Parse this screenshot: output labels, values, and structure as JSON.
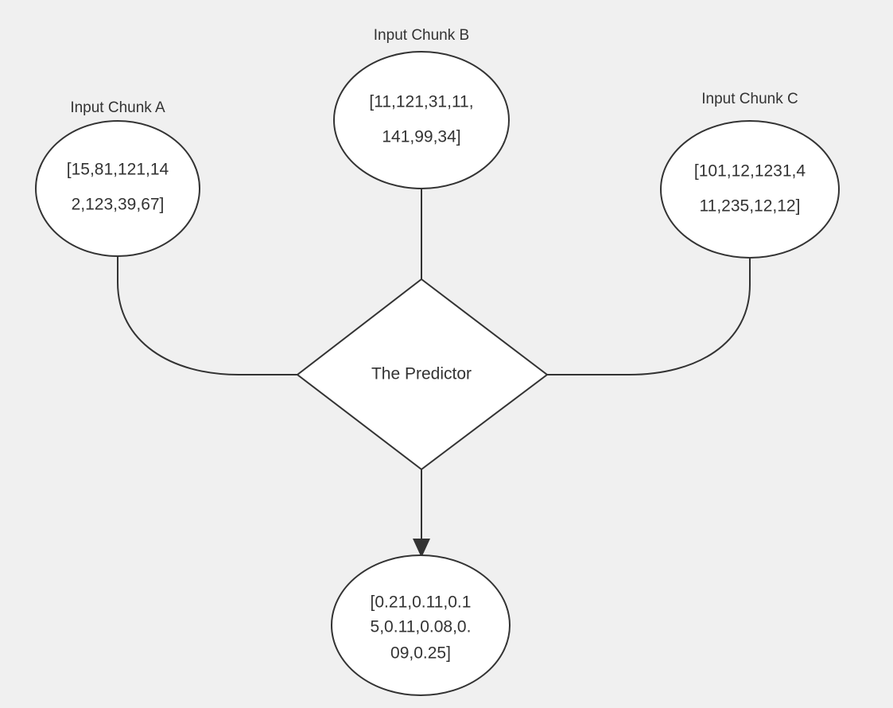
{
  "diagram": {
    "type": "flowchart",
    "direction": "bottom-to-top-inputs",
    "background_color": "#f0f0f0",
    "node_fill": "#ffffff",
    "node_stroke": "#333333",
    "text_color": "#333333"
  },
  "nodes": {
    "chunk_a": {
      "caption": "Input Chunk A",
      "shape": "ellipse",
      "value_line1": "[15,81,121,14",
      "value_line2": "2,123,39,67]",
      "value_full": "[15,81,121,142,123,39,67]",
      "values": [
        15,
        81,
        121,
        142,
        123,
        39,
        67
      ]
    },
    "chunk_b": {
      "caption": "Input Chunk B",
      "shape": "ellipse",
      "value_line1": "[11,121,31,11,",
      "value_line2": "141,99,34]",
      "value_full": "[11,121,31,11,141,99,34]",
      "values": [
        11,
        121,
        31,
        11,
        141,
        99,
        34
      ]
    },
    "chunk_c": {
      "caption": "Input Chunk C",
      "shape": "ellipse",
      "value_line1": "[101,12,1231,4",
      "value_line2": "11,235,12,12]",
      "value_full": "[101,12,1231,411,235,12,12]",
      "values": [
        101,
        12,
        1231,
        411,
        235,
        12,
        12
      ]
    },
    "predictor": {
      "label": "The Predictor",
      "shape": "diamond"
    },
    "output": {
      "shape": "ellipse",
      "value_line1": "[0.21,0.11,0.1",
      "value_line2": "5,0.11,0.08,0.",
      "value_line3": "09,0.25]",
      "value_full": "[0.21,0.11,0.15,0.11,0.08,0.09,0.25]",
      "values": [
        0.21,
        0.11,
        0.15,
        0.11,
        0.08,
        0.09,
        0.25
      ]
    }
  },
  "edges": [
    {
      "from": "chunk_a",
      "to": "predictor",
      "arrow": false
    },
    {
      "from": "chunk_b",
      "to": "predictor",
      "arrow": false
    },
    {
      "from": "chunk_c",
      "to": "predictor",
      "arrow": false
    },
    {
      "from": "predictor",
      "to": "output",
      "arrow": true
    }
  ]
}
